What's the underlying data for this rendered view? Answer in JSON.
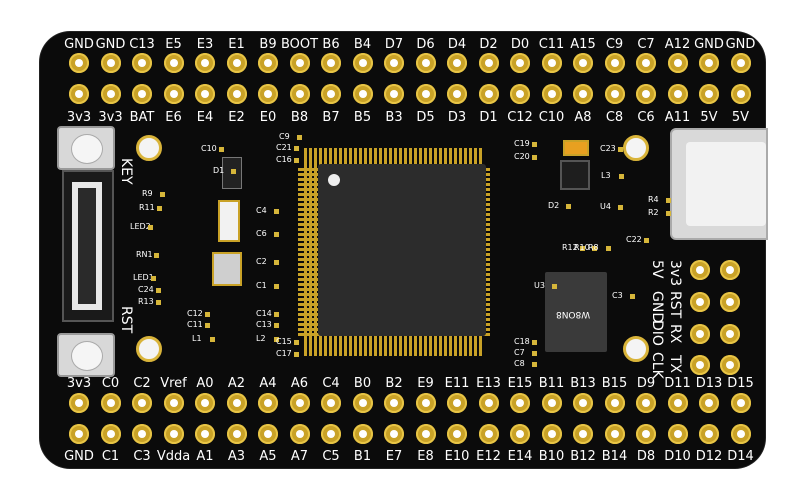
{
  "top_outer": [
    "GND",
    "GND",
    "C13",
    "E5",
    "E3",
    "E1",
    "B9",
    "BOOT",
    "B6",
    "B4",
    "D7",
    "D6",
    "D4",
    "D2",
    "D0",
    "C11",
    "A15",
    "C9",
    "C7",
    "A12",
    "GND",
    "GND"
  ],
  "top_inner": [
    "3v3",
    "3v3",
    "BAT",
    "E6",
    "E4",
    "E2",
    "E0",
    "B8",
    "B7",
    "B5",
    "B3",
    "D5",
    "D3",
    "D1",
    "C12",
    "C10",
    "A8",
    "C8",
    "C6",
    "A11",
    "5V",
    "5V"
  ],
  "bot_inner": [
    "3v3",
    "C0",
    "C2",
    "Vref",
    "A0",
    "A2",
    "A4",
    "A6",
    "C4",
    "B0",
    "B2",
    "E9",
    "E11",
    "E13",
    "E15",
    "B11",
    "B13",
    "B15",
    "D9",
    "D11",
    "D13",
    "D15"
  ],
  "bot_outer": [
    "GND",
    "C1",
    "C3",
    "Vdda",
    "A1",
    "A3",
    "A5",
    "A7",
    "C5",
    "B1",
    "E7",
    "E8",
    "E10",
    "E12",
    "E14",
    "B10",
    "B12",
    "B14",
    "D8",
    "D10",
    "D12",
    "D14"
  ],
  "right_header": [
    "3v3",
    "RST",
    "RX",
    "TX",
    "5V",
    "GND",
    "DIO",
    "CLK"
  ],
  "buttons": {
    "key": "KEY",
    "rst": "RST"
  },
  "components": {
    "r9": "R9",
    "r11": "R11",
    "led2": "LED2",
    "rn1": "RN1",
    "led1": "LED1",
    "c24": "C24",
    "r13": "R13",
    "c10": "C10",
    "d1": "D1",
    "c4": "C4",
    "c6": "C6",
    "c2": "C2",
    "c1": "C1",
    "c12": "C12",
    "c14": "C14",
    "c11": "C11",
    "c13": "C13",
    "l1": "L1",
    "l2": "L2",
    "c9": "C9",
    "c21": "C21",
    "c16": "C16",
    "c15": "C15",
    "c17": "C17",
    "c19": "C19",
    "c20": "C20",
    "c18": "C18",
    "c7": "C7",
    "c8": "C8",
    "c23": "C23",
    "l3": "L3",
    "d2": "D2",
    "u4": "U4",
    "r12": "R12",
    "r10": "R10",
    "r8": "R8",
    "r4": "R4",
    "r2": "R2",
    "c22": "C22",
    "u3": "U3",
    "c3": "C3",
    "flash": "W8ON8"
  }
}
